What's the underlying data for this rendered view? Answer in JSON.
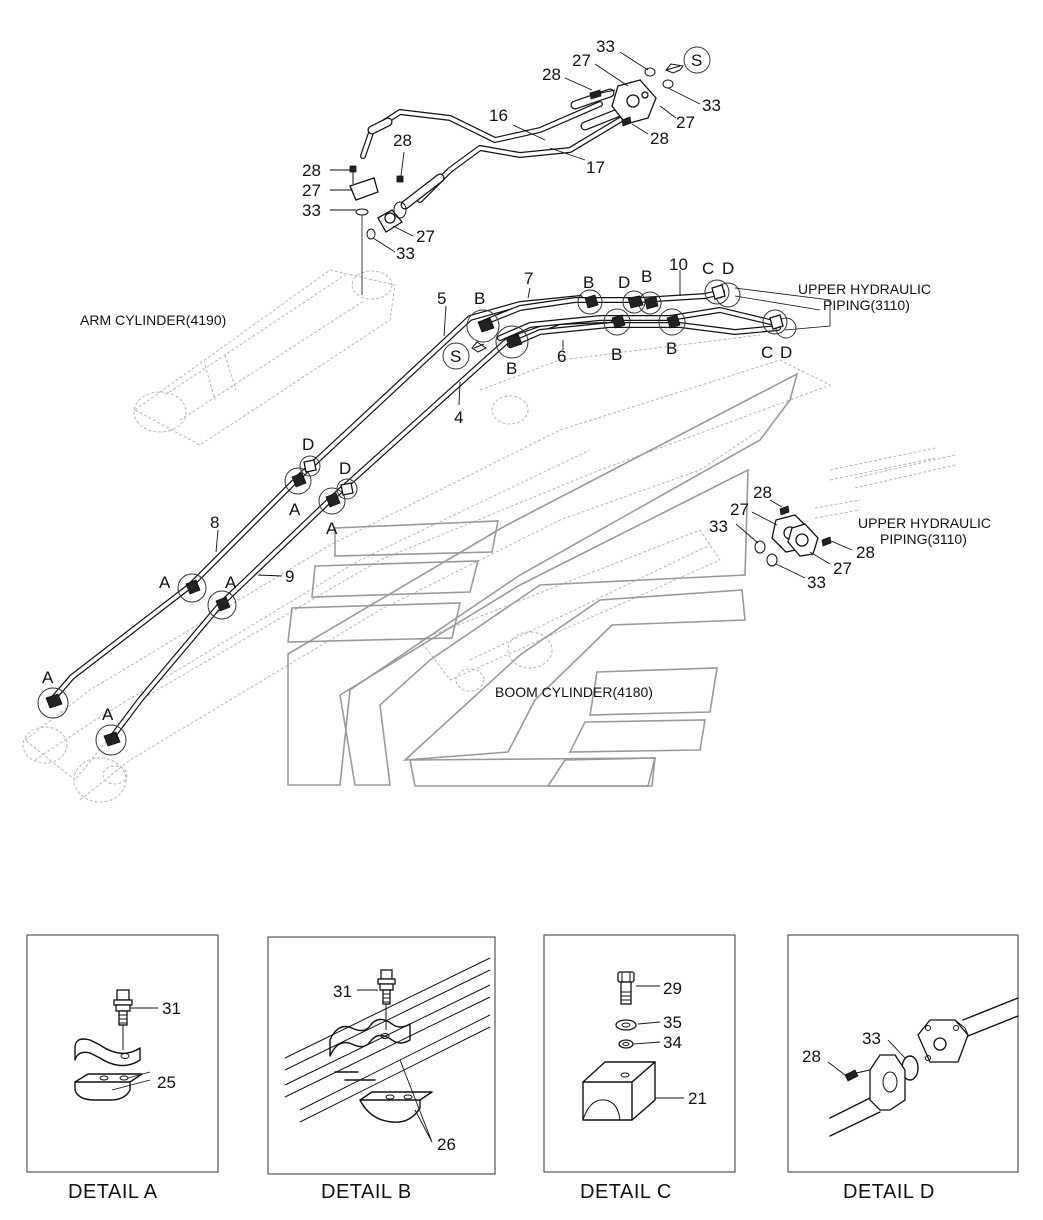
{
  "callouts": {
    "p4": "4",
    "p5": "5",
    "p6": "6",
    "p7": "7",
    "p8": "8",
    "p9": "9",
    "p10": "10",
    "p16": "16",
    "p17": "17",
    "p21": "21",
    "p25": "25",
    "p26": "26",
    "p27": "27",
    "p28": "28",
    "p29": "29",
    "p31": "31",
    "p33": "33",
    "p34": "34",
    "p35": "35"
  },
  "detail_letters": {
    "a": "A",
    "b": "B",
    "c": "C",
    "d": "D",
    "s": "S"
  },
  "notes": {
    "arm_cylinder": "ARM CYLINDER(4190)",
    "boom_cylinder": "BOOM CYLINDER(4180)",
    "upper_piping_line1": "UPPER HYDRAULIC",
    "upper_piping_line2": "PIPING(3110)"
  },
  "details": [
    {
      "title": "DETAIL  A"
    },
    {
      "title": "DETAIL  B"
    },
    {
      "title": "DETAIL  C"
    },
    {
      "title": "DETAIL  D"
    }
  ]
}
